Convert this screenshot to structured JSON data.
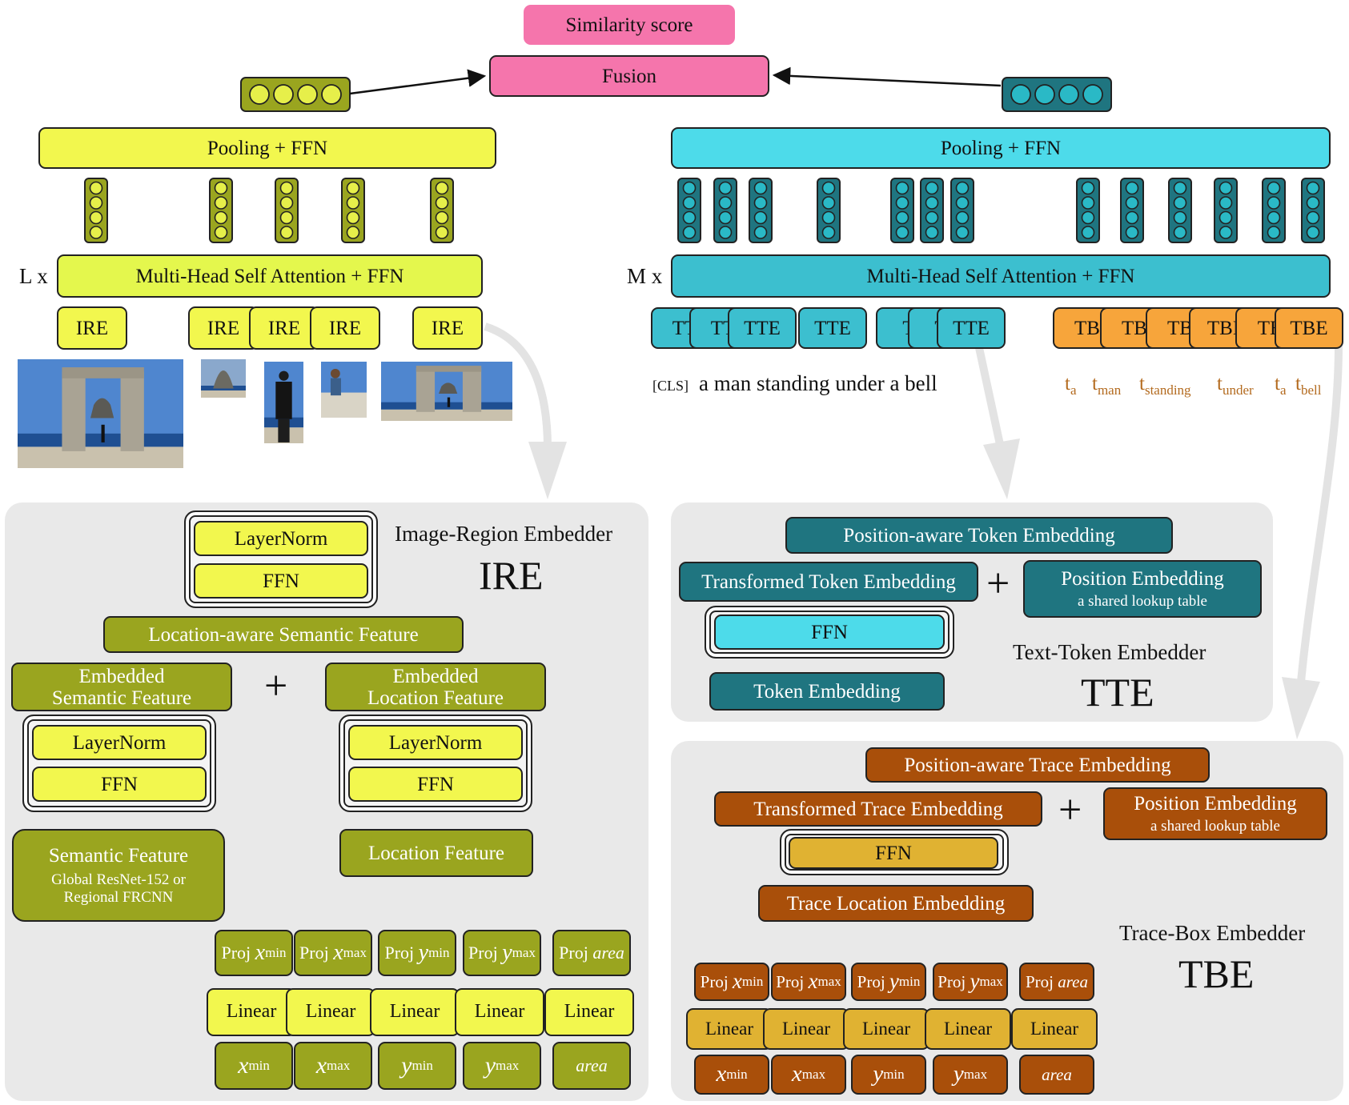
{
  "top": {
    "similarity_score": "Similarity score",
    "fusion": "Fusion"
  },
  "image_stream": {
    "pooling": "Pooling + FFN",
    "repeat": "L x",
    "attention": "Multi-Head Self Attention + FFN",
    "ire_labels": [
      "IRE",
      "IRE",
      "IRE",
      "IRE",
      "IRE"
    ]
  },
  "text_stream": {
    "pooling": "Pooling + FFN",
    "repeat": "M x",
    "attention": "Multi-Head Self Attention + FFN",
    "tte_labels": [
      "TT",
      "TT",
      "TTE",
      "TTE",
      "T",
      "T",
      "TTE"
    ],
    "tbe_labels": [
      "TB",
      "TB",
      "TB",
      "TBI",
      "TE",
      "TBE"
    ],
    "cls": "[CLS]",
    "caption": "a man standing under a bell",
    "trace_tokens": [
      {
        "base": "t",
        "sub": "a"
      },
      {
        "base": "t",
        "sub": "man"
      },
      {
        "base": "t",
        "sub": "standing"
      },
      {
        "base": "t",
        "sub": "under"
      },
      {
        "base": "t",
        "sub": "a"
      },
      {
        "base": "t",
        "sub": "bell"
      }
    ]
  },
  "ire": {
    "title": "Image-Region Embedder",
    "abbr": "IRE",
    "layernorm": "LayerNorm",
    "ffn": "FFN",
    "location_aware": "Location-aware Semantic Feature",
    "embedded_semantic_1": "Embedded",
    "embedded_semantic_2": "Semantic Feature",
    "embedded_location_1": "Embedded",
    "embedded_location_2": "Location Feature",
    "plus": "+",
    "semantic_feature": "Semantic Feature",
    "semantic_detail_1": "Global ResNet-152 or",
    "semantic_detail_2": "Regional FRCNN",
    "location_feature": "Location Feature",
    "proj": "Proj",
    "linear": "Linear",
    "inputs": [
      {
        "base": "x",
        "sub": "min"
      },
      {
        "base": "x",
        "sub": "max"
      },
      {
        "base": "y",
        "sub": "min"
      },
      {
        "base": "y",
        "sub": "max"
      },
      {
        "base": "area",
        "sub": ""
      }
    ]
  },
  "tte": {
    "title": "Text-Token Embedder",
    "abbr": "TTE",
    "position_aware": "Position-aware Token Embedding",
    "transformed": "Transformed Token Embedding",
    "plus": "+",
    "position_embedding": "Position Embedding",
    "position_detail": "a shared lookup table",
    "ffn": "FFN",
    "token_embedding": "Token Embedding"
  },
  "tbe": {
    "title": "Trace-Box Embedder",
    "abbr": "TBE",
    "position_aware": "Position-aware Trace Embedding",
    "transformed": "Transformed Trace Embedding",
    "plus": "+",
    "position_embedding": "Position Embedding",
    "position_detail": "a shared lookup table",
    "ffn": "FFN",
    "trace_location": "Trace Location Embedding",
    "proj": "Proj",
    "linear": "Linear",
    "inputs": [
      {
        "base": "x",
        "sub": "min"
      },
      {
        "base": "x",
        "sub": "max"
      },
      {
        "base": "y",
        "sub": "min"
      },
      {
        "base": "y",
        "sub": "max"
      },
      {
        "base": "area",
        "sub": ""
      }
    ]
  },
  "colors": {
    "image_yellow": "#f2f74e",
    "image_olive": "#9aa51f",
    "text_cyan": "#4ddbea",
    "text_teal": "#1f7580",
    "fusion_pink": "#f575ac",
    "trace_orange": "#f7a53b",
    "trace_rust": "#a94f0a",
    "trace_gold": "#e0b232"
  }
}
